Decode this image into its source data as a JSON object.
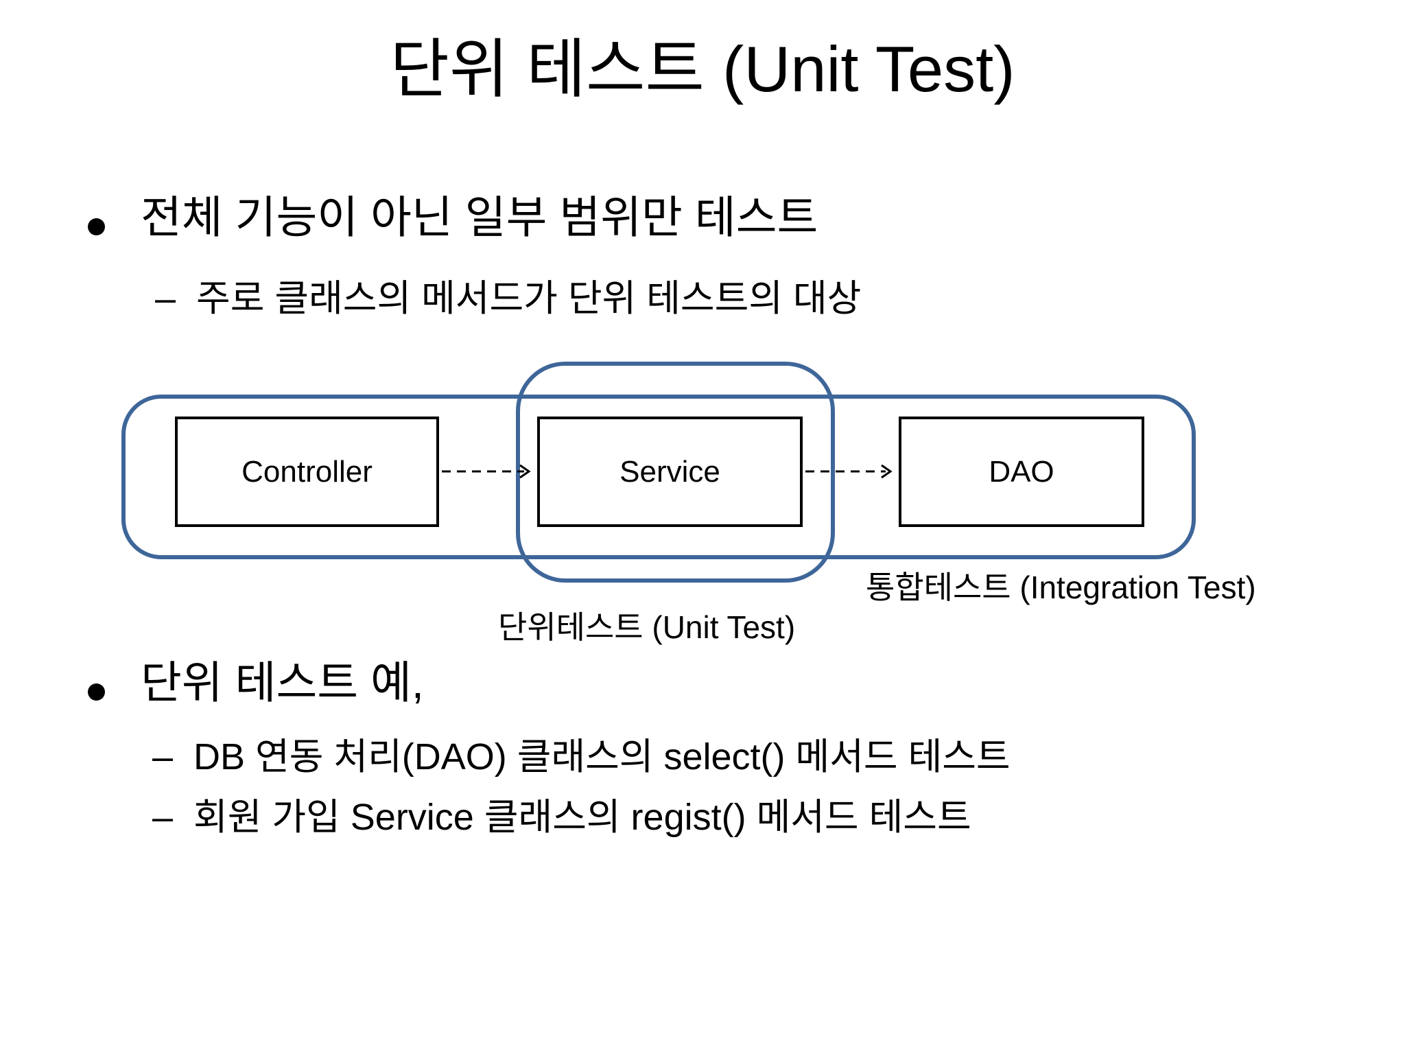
{
  "slide": {
    "title": "단위 테스트 (Unit Test)",
    "sub_marker": "–",
    "bullets": [
      {
        "text": "전체 기능이 아닌 일부 범위만 테스트",
        "subs": [
          "주로 클래스의 메서드가 단위 테스트의 대상"
        ]
      },
      {
        "text": "단위 테스트 예,",
        "subs": [
          "DB 연동 처리(DAO) 클래스의 select() 메서드 테스트",
          "회원 가입 Service 클래스의 regist() 메서드 테스트"
        ]
      }
    ]
  },
  "diagram": {
    "boxes": [
      {
        "label": "Controller"
      },
      {
        "label": "Service"
      },
      {
        "label": "DAO"
      }
    ],
    "labels": {
      "unit_test": "단위테스트 (Unit Test)",
      "integration_test": "통합테스트 (Integration Test)"
    },
    "colors": {
      "scope_outline": "#3e6699",
      "box_border": "#000000",
      "arrow": "#000000"
    }
  }
}
